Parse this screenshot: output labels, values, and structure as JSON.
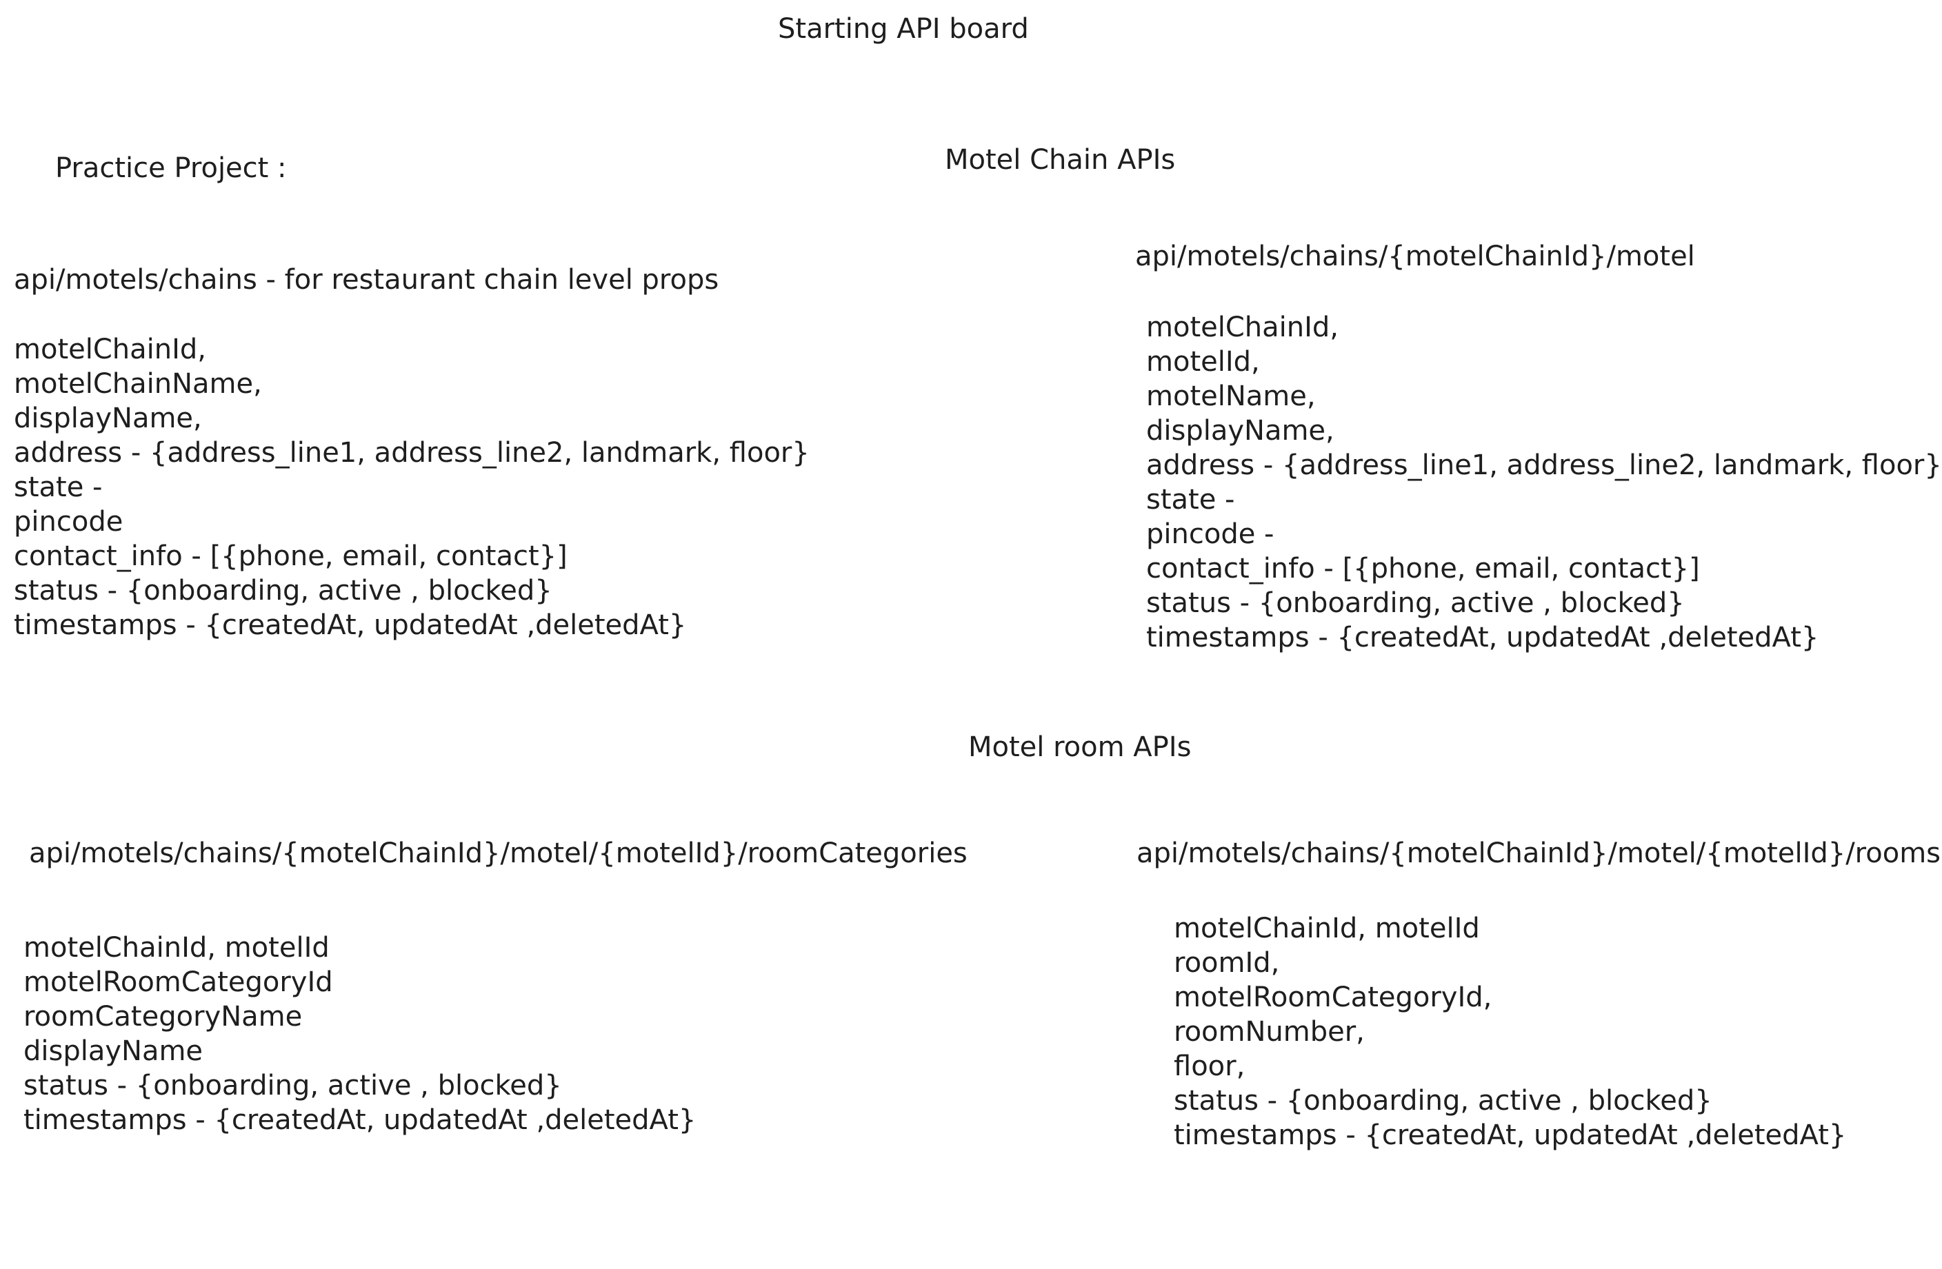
{
  "board": {
    "title": "Starting API board",
    "project_label": "Practice Project :"
  },
  "sections": {
    "motel_chain": "Motel Chain APIs",
    "motel_room": "Motel room APIs"
  },
  "blocks": {
    "chains": {
      "endpoint": "api/motels/chains - for restaurant chain level props",
      "fields": [
        "motelChainId,",
        "motelChainName,",
        "displayName,",
        "address - {address_line1, address_line2, landmark, floor}",
        "state -",
        "pincode",
        "contact_info - [{phone, email, contact}]",
        "status - {onboarding, active , blocked}",
        "timestamps - {createdAt, updatedAt ,deletedAt}"
      ]
    },
    "motel": {
      "endpoint": "api/motels/chains/{motelChainId}/motel",
      "fields": [
        "motelChainId,",
        "motelId,",
        "motelName,",
        "displayName,",
        "address - {address_line1, address_line2, landmark, floor}",
        "state -",
        "pincode -",
        "contact_info - [{phone, email, contact}]",
        "status - {onboarding, active , blocked}",
        "timestamps - {createdAt, updatedAt ,deletedAt}"
      ]
    },
    "room_categories": {
      "endpoint": "api/motels/chains/{motelChainId}/motel/{motelId}/roomCategories",
      "fields": [
        "motelChainId, motelId",
        "motelRoomCategoryId",
        "roomCategoryName",
        "displayName",
        "status - {onboarding, active , blocked}",
        "timestamps - {createdAt, updatedAt ,deletedAt}"
      ]
    },
    "rooms": {
      "endpoint": "api/motels/chains/{motelChainId}/motel/{motelId}/rooms",
      "fields": [
        "motelChainId, motelId",
        "roomId,",
        "motelRoomCategoryId,",
        "roomNumber,",
        "floor,",
        "status - {onboarding, active , blocked}",
        "timestamps - {createdAt, updatedAt ,deletedAt}"
      ]
    }
  }
}
